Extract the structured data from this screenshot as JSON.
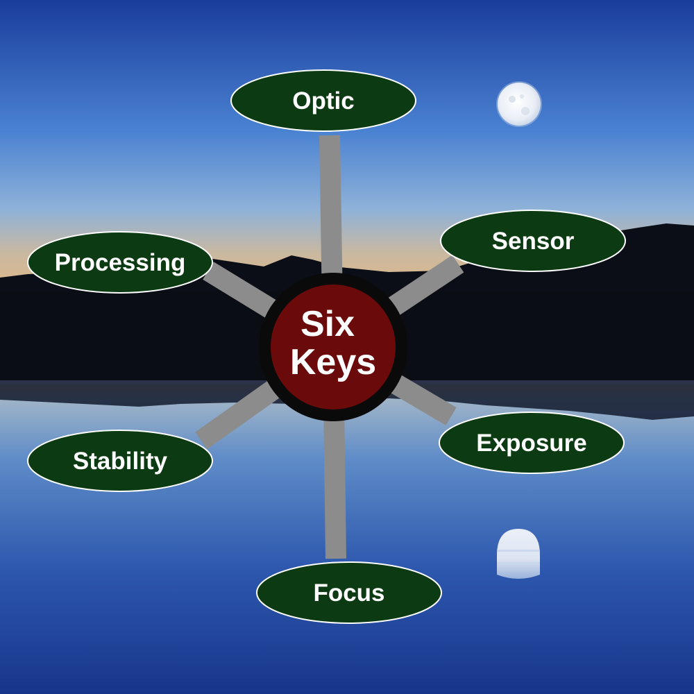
{
  "hub": {
    "line1": "Six",
    "line2": "Keys",
    "fill": "#6b0a0a",
    "ring": "#0a0a0a"
  },
  "nodes": [
    {
      "id": "optic",
      "label": "Optic"
    },
    {
      "id": "sensor",
      "label": "Sensor"
    },
    {
      "id": "exposure",
      "label": "Exposure"
    },
    {
      "id": "focus",
      "label": "Focus"
    },
    {
      "id": "stability",
      "label": "Stability"
    },
    {
      "id": "processing",
      "label": "Processing"
    }
  ],
  "colors": {
    "node_fill": "#0c3a12",
    "node_stroke": "#ffffff",
    "spoke": "#8c8c8c",
    "sky_top": "#1b45a8",
    "sky_mid": "#5f93d8",
    "horizon": "#d6b38e",
    "mountains": "#0b0e16",
    "water": "#1c4296"
  },
  "icons": {
    "moon": "moon-icon",
    "moon_reflection": "moon-reflection-icon"
  }
}
